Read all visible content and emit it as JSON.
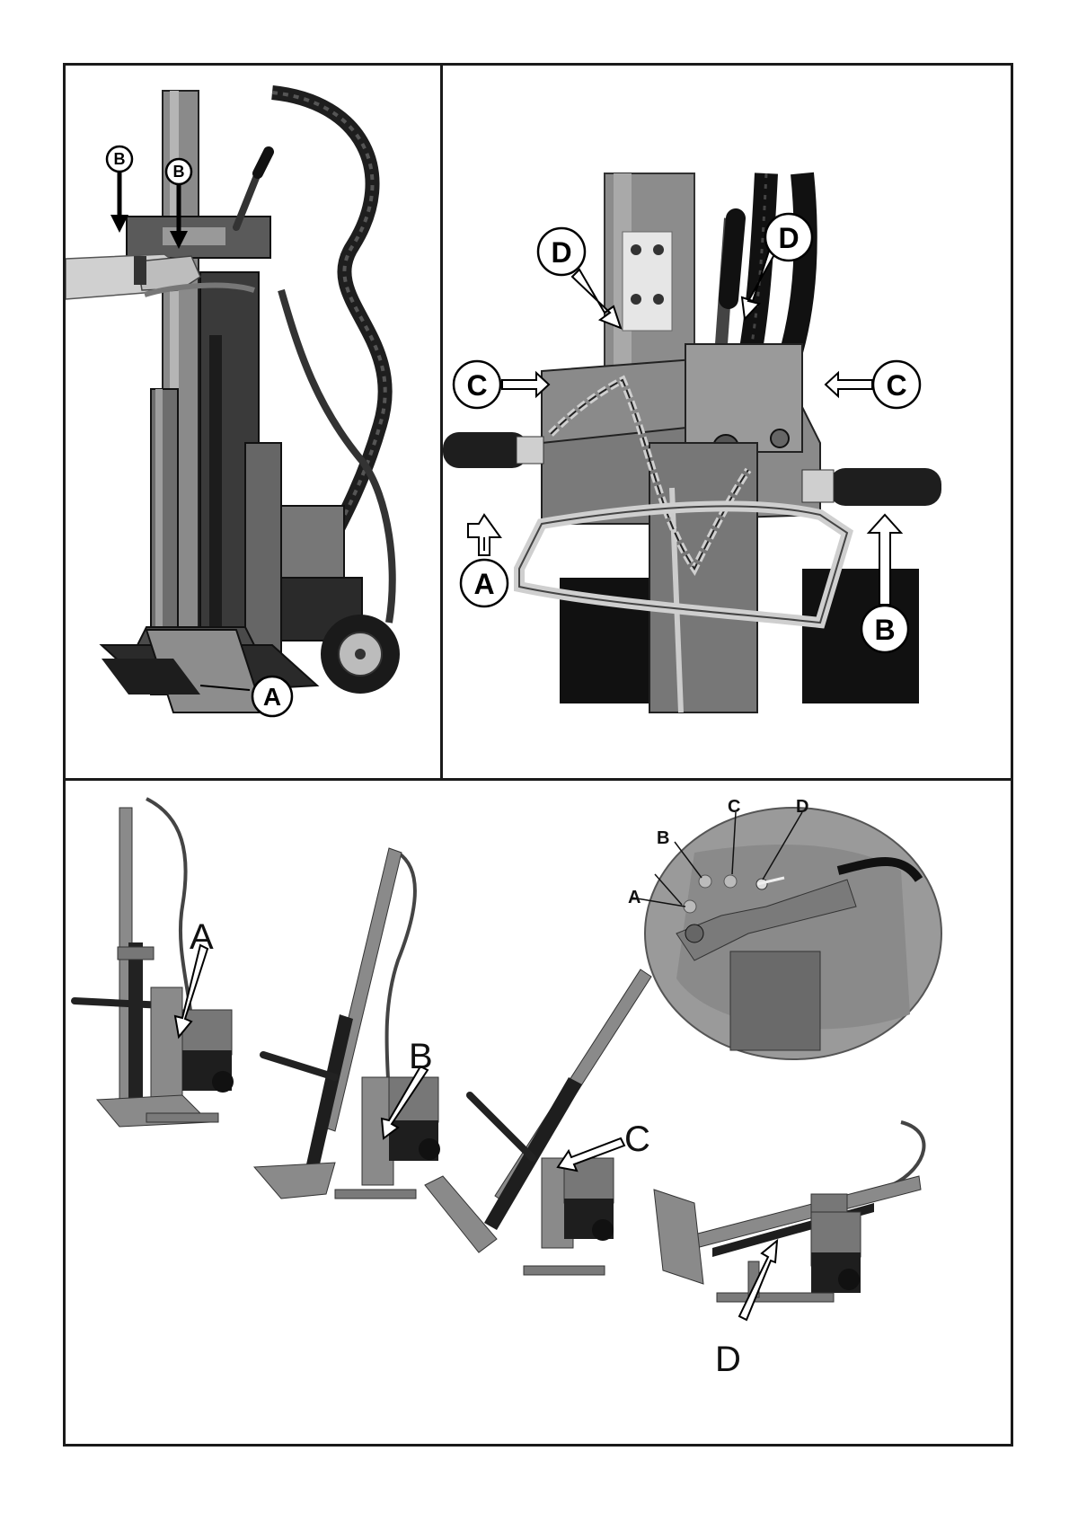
{
  "figure": {
    "panel_top_left": {
      "callouts": [
        "B",
        "B",
        "A"
      ]
    },
    "panel_top_right": {
      "callouts": [
        "D",
        "D",
        "C",
        "C",
        "A",
        "B"
      ]
    },
    "panel_bottom": {
      "machine_labels": [
        "A",
        "B",
        "C",
        "D"
      ],
      "inset_labels": [
        "A",
        "B",
        "C",
        "D"
      ]
    }
  },
  "colors": {
    "frame": "#1a1a1a",
    "metal_dark": "#2b2b2b",
    "metal_mid": "#7a7a7a",
    "metal_light": "#a8a8a8",
    "background": "#ffffff"
  }
}
